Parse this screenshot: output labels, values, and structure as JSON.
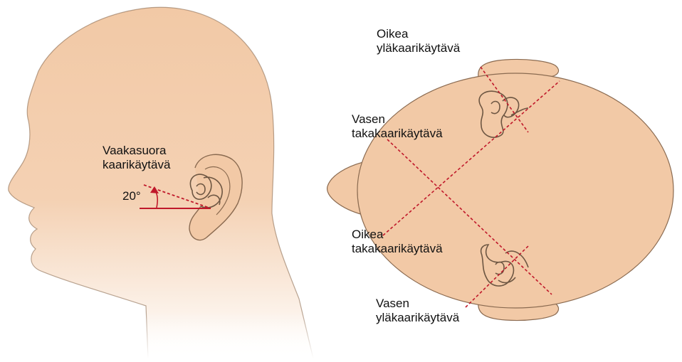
{
  "colors": {
    "skin": "#f2c9a6",
    "outline": "#8a6a50",
    "accent": "#c0182a",
    "text": "#111111"
  },
  "labels": {
    "horizontal_canal": [
      "Vaakasuora",
      "kaarikäytävä"
    ],
    "angle": "20°",
    "right_anterior": [
      "Oikea",
      "yläkaarikäytävä"
    ],
    "left_posterior": [
      "Vasen",
      "takakaarikäytävä"
    ],
    "right_posterior": [
      "Oikea",
      "takakaarikäytävä"
    ],
    "left_anterior": [
      "Vasen",
      "yläkaarikäytävä"
    ]
  }
}
